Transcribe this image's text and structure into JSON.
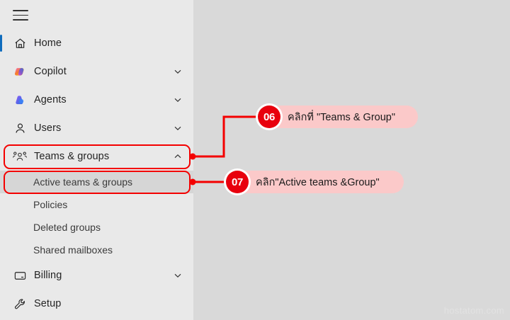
{
  "colors": {
    "sidebar_bg": "#e9e9e9",
    "content_bg": "#d9d9d9",
    "accent_blue": "#0f6cbd",
    "highlight_red": "#f40000",
    "badge_red": "#e8000d",
    "callout_pink": "#fbc9c9",
    "selected_row": "#d6d6d6"
  },
  "sidebar": {
    "menu_icon": "hamburger-icon",
    "items": [
      {
        "label": "Home",
        "icon": "home-icon",
        "chevron": false,
        "active": true,
        "indent": false
      },
      {
        "label": "Copilot",
        "icon": "copilot-icon",
        "chevron": "down",
        "active": false,
        "indent": false
      },
      {
        "label": "Agents",
        "icon": "agents-icon",
        "chevron": "down",
        "active": false,
        "indent": false
      },
      {
        "label": "Users",
        "icon": "user-icon",
        "chevron": "down",
        "active": false,
        "indent": false
      },
      {
        "label": "Teams & groups",
        "icon": "teams-groups-icon",
        "chevron": "up",
        "active": false,
        "indent": false
      }
    ],
    "subitems": [
      {
        "label": "Active teams & groups",
        "selected": true
      },
      {
        "label": "Policies",
        "selected": false
      },
      {
        "label": "Deleted groups",
        "selected": false
      },
      {
        "label": "Shared mailboxes",
        "selected": false
      }
    ],
    "bottom_items": [
      {
        "label": "Billing",
        "icon": "billing-card-icon",
        "chevron": "down"
      },
      {
        "label": "Setup",
        "icon": "wrench-icon",
        "chevron": false
      }
    ]
  },
  "annotations": [
    {
      "number": "06",
      "text": "คลิกที่ \"Teams & Group\""
    },
    {
      "number": "07",
      "text": "คลิก\"Active teams &Group\""
    }
  ],
  "watermark": "hostatom.com"
}
